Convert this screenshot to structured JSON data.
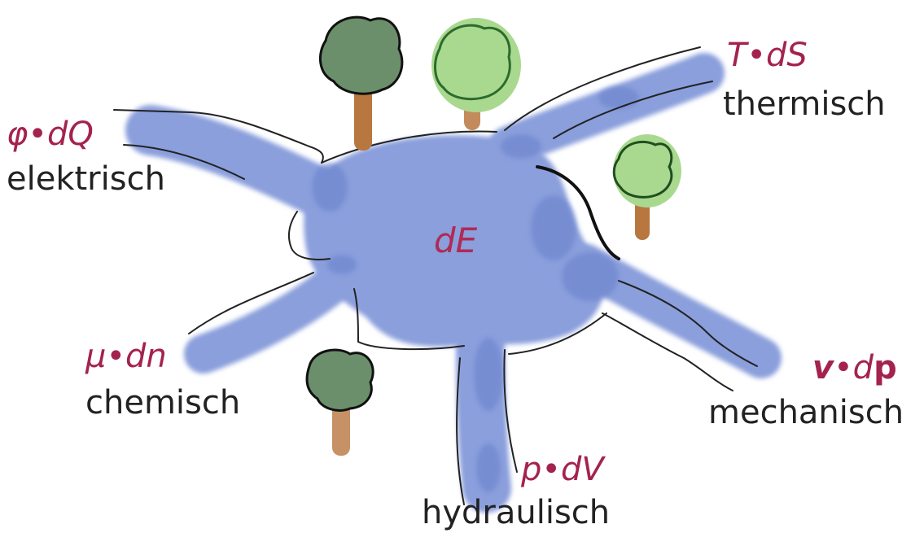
{
  "center": {
    "formula": "dE"
  },
  "branches": [
    {
      "id": "electric",
      "formula": "φ•dQ",
      "name": "elektrisch"
    },
    {
      "id": "thermal",
      "formula": "T•dS",
      "name": "thermisch"
    },
    {
      "id": "chemical",
      "formula": "μ•dn",
      "name": "chemisch"
    },
    {
      "id": "mechanical",
      "formula_v": "v",
      "formula_dot": "•",
      "formula_d": "d",
      "formula_p": "p",
      "name": "mechanisch"
    },
    {
      "id": "hydraulic",
      "formula": "p•dV",
      "name": "hydraulisch"
    }
  ],
  "colors": {
    "water": "#8a9fdc",
    "water_dark": "#6a82cc",
    "formula": "#a4234e",
    "text": "#222222",
    "tree_dark": "#6b8f6b",
    "tree_light": "#a9d98f",
    "trunk": "#b8773f"
  },
  "icons": [
    "tree-icon",
    "tree-icon",
    "tree-icon",
    "tree-icon"
  ]
}
